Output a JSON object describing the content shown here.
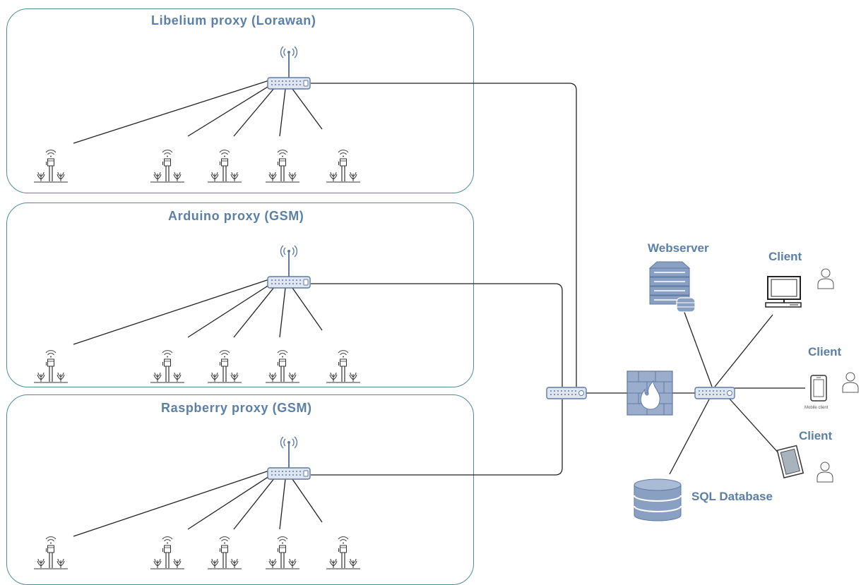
{
  "proxies": [
    {
      "title": "Libelium proxy (Lorawan)"
    },
    {
      "title": "Arduino proxy (GSM)"
    },
    {
      "title": "Raspberry proxy (GSM)"
    }
  ],
  "nodes": {
    "webserver": "Webserver",
    "client_desktop": "Client",
    "client_mobile": "Client",
    "client_tablet": "Client",
    "mobile_caption": "Mobile client",
    "database": "SQL Database"
  },
  "colors": {
    "box_border": "#4f8e97",
    "label": "#5a7fa8",
    "device_fill": "#8aa0c2",
    "device_stroke": "#5f7aa3",
    "line": "#222222"
  },
  "icons": [
    "antenna-icon",
    "router-icon",
    "sensor-plant-icon",
    "switch-icon",
    "firewall-icon",
    "server-icon",
    "database-icon",
    "desktop-icon",
    "mobile-icon",
    "tablet-icon",
    "user-icon"
  ]
}
